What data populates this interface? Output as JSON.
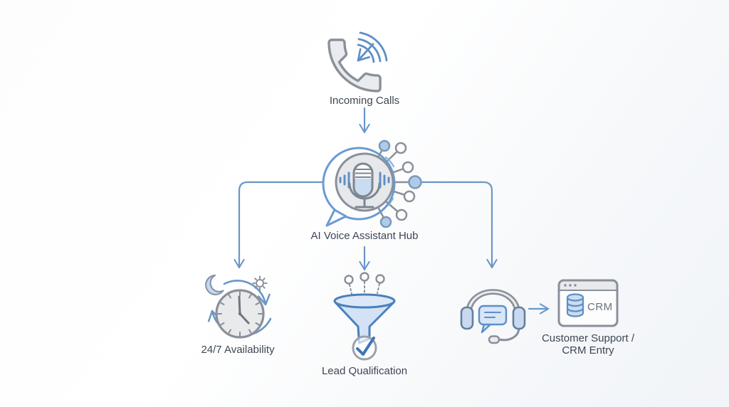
{
  "diagram": {
    "nodes": {
      "incoming_calls": {
        "label": "Incoming Calls",
        "icon": "incoming-call-phone-icon"
      },
      "hub": {
        "label": "AI Voice Assistant Hub",
        "icon": "voice-assistant-hub-icon"
      },
      "availability": {
        "label": "24/7 Availability",
        "icon": "clock-24-7-icon"
      },
      "lead_qualification": {
        "label": "Lead Qualification",
        "icon": "lead-funnel-icon"
      },
      "customer_support": {
        "label_line1": "Customer Support /",
        "label_line2": "CRM Entry",
        "icon": "support-headset-icon"
      },
      "crm": {
        "badge": "CRM",
        "icon": "crm-browser-icon"
      }
    },
    "edges": [
      {
        "from": "incoming_calls",
        "to": "hub"
      },
      {
        "from": "hub",
        "to": "availability"
      },
      {
        "from": "hub",
        "to": "lead_qualification"
      },
      {
        "from": "hub",
        "to": "customer_support"
      },
      {
        "from": "customer_support",
        "to": "crm"
      }
    ],
    "colors": {
      "icon_outline_gray": "#8a9099",
      "icon_fill_gray": "#e8eaec",
      "accent_blue": "#5e8fc7",
      "arrow_blue": "#6a96c8",
      "light_blue_fill": "#cfdff2",
      "node_blue_fill": "#aecbe9",
      "label_text": "#3e4654"
    }
  }
}
